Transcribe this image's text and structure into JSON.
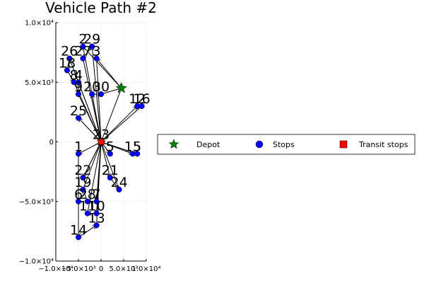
{
  "chart_data": {
    "type": "scatter",
    "title": "Vehicle Path #2",
    "xlabel": "",
    "ylabel": "",
    "xlim": [
      -10000,
      10000
    ],
    "ylim": [
      -10000,
      10000
    ],
    "x_ticks": [
      {
        "value": -10000,
        "label": "−1.0×10⁴"
      },
      {
        "value": -5000,
        "label": "−5.0×10³"
      },
      {
        "value": 0,
        "label": "0"
      },
      {
        "value": 5000,
        "label": "5.0×10³"
      },
      {
        "value": 10000,
        "label": "1.0×10⁴"
      }
    ],
    "y_ticks": [
      {
        "value": 10000,
        "label": "1.0×10⁴"
      },
      {
        "value": 5000,
        "label": "5.0×10³"
      },
      {
        "value": 0,
        "label": "0"
      },
      {
        "value": -5000,
        "label": "−5.0×10³"
      },
      {
        "value": -10000,
        "label": "−1.0×10⁴"
      }
    ],
    "grid": true,
    "legend_position": "outer-right",
    "series": [
      {
        "name": "Depot",
        "marker": "star",
        "color": "#008000",
        "points": [
          {
            "x": 4500,
            "y": 4500
          }
        ]
      },
      {
        "name": "Stops",
        "marker": "circle",
        "color": "#0000ff",
        "points": [
          {
            "label": "2",
            "x": -4000,
            "y": 8000
          },
          {
            "label": "29",
            "x": -2000,
            "y": 8000
          },
          {
            "label": "26",
            "x": -7000,
            "y": 7000
          },
          {
            "label": "27",
            "x": -4000,
            "y": 7000
          },
          {
            "label": "3",
            "x": -1000,
            "y": 7000
          },
          {
            "label": "18",
            "x": -7500,
            "y": 6000
          },
          {
            "label": "8",
            "x": -6000,
            "y": 5000
          },
          {
            "label": "4",
            "x": -5000,
            "y": 5000
          },
          {
            "label": "9",
            "x": -5000,
            "y": 4000
          },
          {
            "label": "20",
            "x": -2000,
            "y": 4000
          },
          {
            "label": "30",
            "x": 0,
            "y": 4000
          },
          {
            "label": "12",
            "x": 8000,
            "y": 3000
          },
          {
            "label": "16",
            "x": 9000,
            "y": 3000
          },
          {
            "label": "25",
            "x": -5000,
            "y": 2000
          },
          {
            "label": "1",
            "x": -5000,
            "y": -1000
          },
          {
            "label": "23",
            "x": 0,
            "y": 0
          },
          {
            "label": "5",
            "x": 2000,
            "y": -1000
          },
          {
            "label": "15",
            "x": 7000,
            "y": -1000
          },
          {
            "label": "5",
            "x": 8000,
            "y": -1000
          },
          {
            "label": "22",
            "x": -4000,
            "y": -3000
          },
          {
            "label": "21",
            "x": 2000,
            "y": -3000
          },
          {
            "label": "19",
            "x": -4000,
            "y": -4000
          },
          {
            "label": "24",
            "x": 4000,
            "y": -4000
          },
          {
            "label": "6",
            "x": -5000,
            "y": -5000
          },
          {
            "label": "28",
            "x": -3000,
            "y": -5000
          },
          {
            "label": "7",
            "x": -1000,
            "y": -5000
          },
          {
            "label": "11",
            "x": -3000,
            "y": -6000
          },
          {
            "label": "10",
            "x": -1000,
            "y": -6000
          },
          {
            "label": "13",
            "x": -1000,
            "y": -7000
          },
          {
            "label": "14",
            "x": -5000,
            "y": -8000
          }
        ]
      },
      {
        "name": "Transit stops",
        "marker": "square",
        "color": "#ff0000",
        "points": [
          {
            "x": 0,
            "y": 0
          }
        ]
      }
    ],
    "path": [
      [
        4500,
        4500
      ],
      [
        -1000,
        7000
      ],
      [
        0,
        0
      ],
      [
        -2000,
        8000
      ],
      [
        -4000,
        7000
      ],
      [
        0,
        0
      ],
      [
        -7000,
        7000
      ],
      [
        -7500,
        6000
      ],
      [
        -6000,
        5000
      ],
      [
        0,
        0
      ],
      [
        -5000,
        5000
      ],
      [
        -5000,
        4000
      ],
      [
        0,
        0
      ],
      [
        -2000,
        4000
      ],
      [
        0,
        4000
      ],
      [
        4500,
        4500
      ],
      [
        0,
        0
      ],
      [
        8000,
        3000
      ],
      [
        9000,
        3000
      ],
      [
        0,
        0
      ],
      [
        -5000,
        2000
      ],
      [
        0,
        0
      ],
      [
        -5000,
        -1000
      ],
      [
        -5000,
        -5000
      ],
      [
        -5000,
        -8000
      ],
      [
        -1000,
        -7000
      ],
      [
        0,
        0
      ],
      [
        -1000,
        -6000
      ],
      [
        -3000,
        -6000
      ],
      [
        0,
        0
      ],
      [
        -1000,
        -5000
      ],
      [
        -3000,
        -5000
      ],
      [
        -4000,
        -4000
      ],
      [
        0,
        0
      ],
      [
        -4000,
        -3000
      ],
      [
        0,
        0
      ],
      [
        2000,
        -3000
      ],
      [
        4000,
        -4000
      ],
      [
        0,
        0
      ],
      [
        2000,
        -1000
      ],
      [
        0,
        0
      ],
      [
        7000,
        -1000
      ],
      [
        8000,
        -1000
      ],
      [
        0,
        0
      ],
      [
        -4000,
        8000
      ],
      [
        4500,
        4500
      ]
    ]
  }
}
